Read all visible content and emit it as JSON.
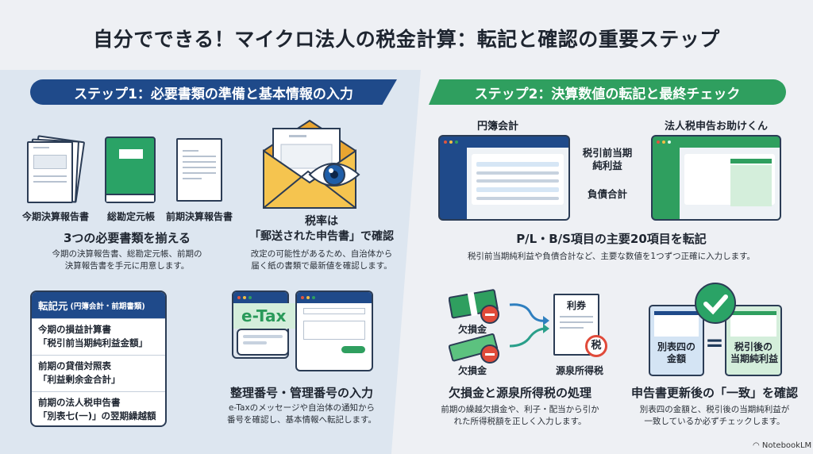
{
  "title": "自分でできる！マイクロ法人の税金計算：転記と確認の重要ステップ",
  "step1": {
    "banner": "ステップ1：必要書類の準備と基本情報の入力",
    "docs": [
      "今期決算報告書",
      "総勘定元帳",
      "前期決算報告書"
    ],
    "docs_heading": "3つの必要書類を揃える",
    "docs_desc": [
      "今期の決算報告書、総勘定元帳、前期の",
      "決算報告書を手元に用意します。"
    ],
    "rate_heading": [
      "税率は",
      "「郵送された申告書」で確認"
    ],
    "rate_desc": [
      "改定の可能性があるため、自治体から",
      "届く紙の書類で最新値を確認します。"
    ],
    "source_box": {
      "title": "転記元",
      "subtitle": "(円簿会計・前期書類)",
      "items": [
        [
          "今期の損益計算書",
          "「税引前当期純利益金額」"
        ],
        [
          "前期の貸借対照表",
          "「利益剰余金合計」"
        ],
        [
          "前期の法人税申告書",
          "「別表七(一)」の翌期繰越額"
        ]
      ]
    },
    "etax_label": "e-Tax",
    "number_heading": "整理番号・管理番号の入力",
    "number_desc": [
      "e-Taxのメッセージや自治体の通知から",
      "番号を確認し、基本情報へ転記します。"
    ]
  },
  "step2": {
    "banner": "ステップ2：決算数値の転記と最終チェック",
    "app1": "円簿会計",
    "app2": "法人税申告お助けくん",
    "fields": [
      "税引前当期",
      "純利益",
      "負債合計"
    ],
    "transfer_heading": "P/L・B/S項目の主要20項目を転記",
    "transfer_desc": "税引前当期純利益や負債合計など、主要な数値を1つずつ正確に入力します。",
    "loss_labels": [
      "欠損金",
      "欠損金"
    ],
    "doc_title": "利券",
    "tax_stamp": "税",
    "withholding": "源泉所得税",
    "loss_heading": "欠損金と源泉所得税の処理",
    "loss_desc": [
      "前期の繰越欠損金や、利子・配当から引か",
      "れた所得税額を正しく入力します。"
    ],
    "match_left": [
      "別表四の",
      "金額"
    ],
    "equals": "=",
    "match_right": [
      "税引後の",
      "当期純利益"
    ],
    "match_heading": "申告書更新後の「一致」を確認",
    "match_desc": [
      "別表四の金額と、税引後の当期純利益が",
      "一致しているか必ずチェックします。"
    ]
  },
  "footer": "NotebookLM",
  "colors": {
    "blue": "#1f4a8a",
    "green": "#2f9f5f",
    "yellow": "#f2bd45",
    "red": "#e04a3a"
  }
}
